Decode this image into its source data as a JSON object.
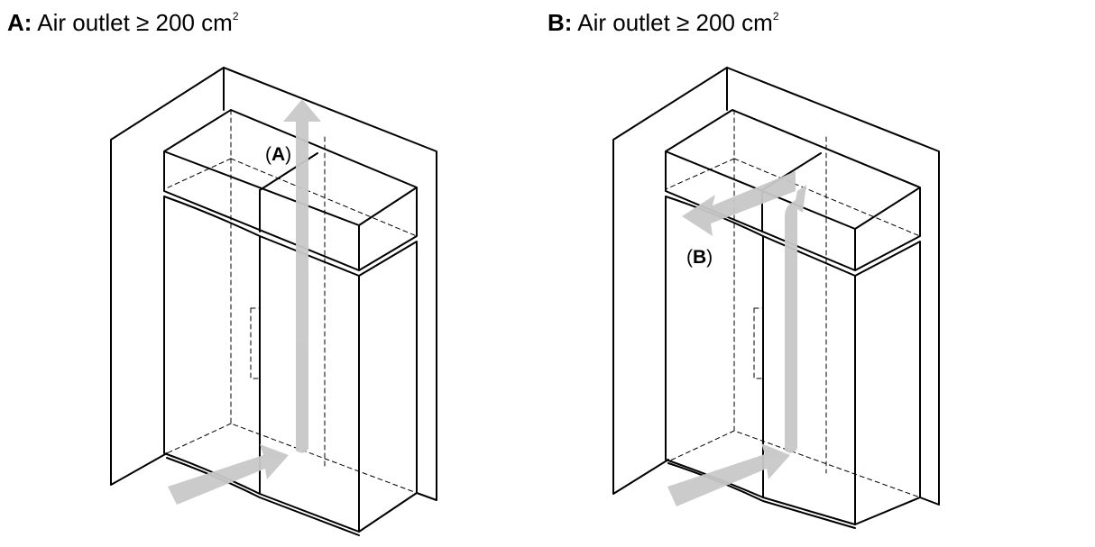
{
  "panels": [
    {
      "key": "A:",
      "caption": "Air outlet ≥ 200 cm",
      "superscript": "2",
      "callout_open": "(",
      "callout_key": "A",
      "callout_close": ")"
    },
    {
      "key": "B:",
      "caption": "Air outlet ≥ 200 cm",
      "superscript": "2",
      "callout_open": "(",
      "callout_key": "B",
      "callout_close": ")"
    }
  ],
  "colors": {
    "line": "#000000",
    "airflow_arrow": "#c8c8c8",
    "background": "#ffffff"
  }
}
